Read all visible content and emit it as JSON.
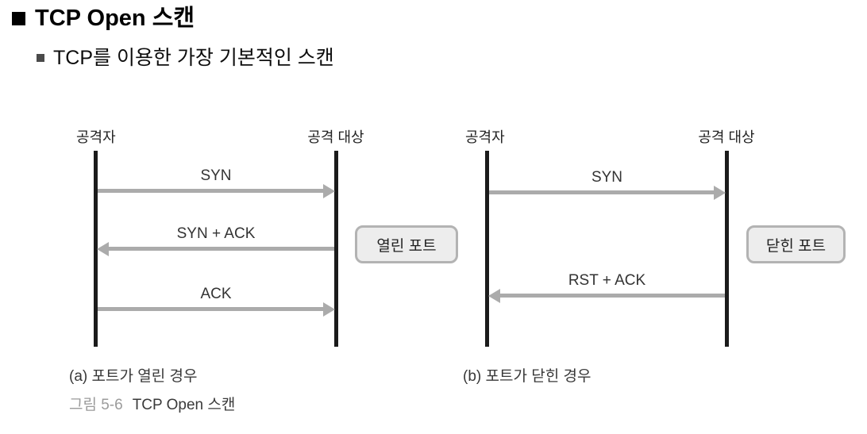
{
  "slide": {
    "title": "TCP Open 스캔",
    "bullet": "TCP를 이용한 가장 기본적인 스캔"
  },
  "colors": {
    "lifeline": "#1b1b1b",
    "arrow": "#ababab",
    "port_box_fill": "#ededed",
    "port_box_border": "#b3b3b3",
    "figure_number_gray": "#9b9b9b"
  },
  "diagram_a": {
    "attacker_label": "공격자",
    "target_label": "공격 대상",
    "messages": [
      {
        "label": "SYN",
        "direction": "right"
      },
      {
        "label": "SYN + ACK",
        "direction": "left"
      },
      {
        "label": "ACK",
        "direction": "right"
      }
    ],
    "port_box_label": "열린 포트",
    "caption": "(a) 포트가 열린 경우"
  },
  "diagram_b": {
    "attacker_label": "공격자",
    "target_label": "공격 대상",
    "messages": [
      {
        "label": "SYN",
        "direction": "right"
      },
      {
        "label": "RST + ACK",
        "direction": "left"
      }
    ],
    "port_box_label": "닫힌 포트",
    "caption": "(b) 포트가 닫힌 경우"
  },
  "figure_caption": {
    "number": "그림 5-6",
    "text": "TCP Open 스캔"
  }
}
